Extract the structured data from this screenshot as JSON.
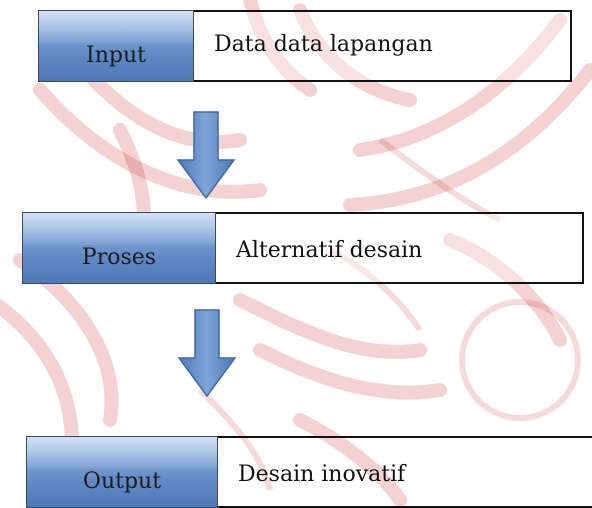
{
  "flow": {
    "input": {
      "label": "Input",
      "value": "Data data lapangan"
    },
    "proses": {
      "label": "Proses",
      "value": "Alternatif desain"
    },
    "output": {
      "label": "Output",
      "value": "Desain inovatif"
    }
  },
  "colors": {
    "box_blue": "#5f89c4",
    "arrow_blue": "#5b85c2",
    "watermark_red": "#c9302c"
  },
  "icons": [
    "down-arrow-icon",
    "emblem-watermark"
  ]
}
